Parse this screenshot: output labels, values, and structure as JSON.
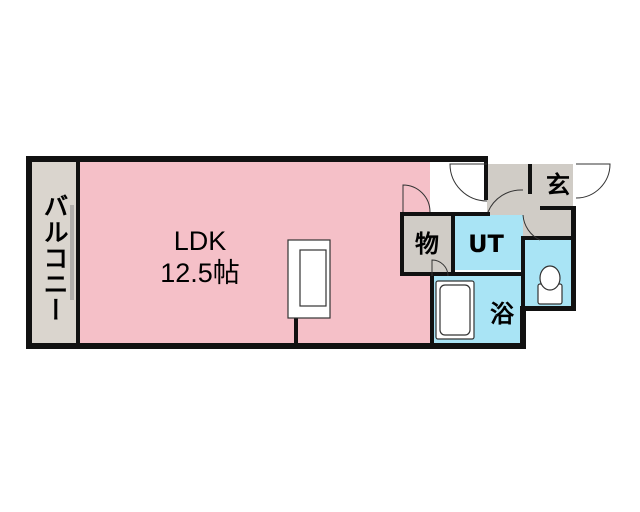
{
  "rooms": {
    "balcony": {
      "label": "バルコニー"
    },
    "ldk": {
      "label": "LDK",
      "area": "12.5帖"
    },
    "storage": {
      "label": "物"
    },
    "utility": {
      "label": "UT"
    },
    "bath": {
      "label": "浴"
    },
    "entrance": {
      "label": "玄"
    }
  },
  "colors": {
    "ldk": "#f5c0c8",
    "balcony": "#dad5ce",
    "utility": "#a9e4f5",
    "entrance": "#d0ccc6",
    "wall": "#111111"
  }
}
